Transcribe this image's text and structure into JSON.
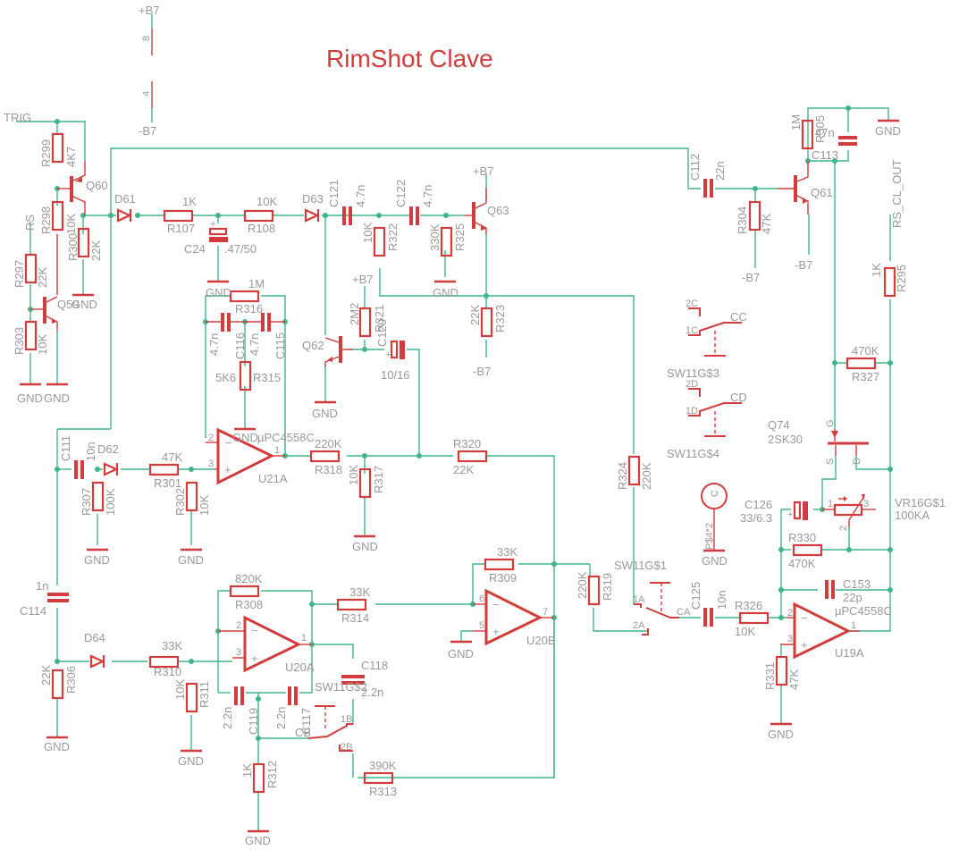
{
  "title": "RimShot Clave",
  "colors": {
    "background": "#ffffff",
    "component": "#d23c3c",
    "wire": "#3fb58a",
    "label": "#999999"
  },
  "power": {
    "pos": "+B7",
    "neg": "-B7",
    "pin8": "8",
    "pin4": "4",
    "gnd": "GND"
  },
  "nets": {
    "trig": "TRIG",
    "rs": "RS",
    "out": "RS_CL_OUT"
  },
  "resistors": {
    "R299": {
      "name": "R299",
      "value": "4K7"
    },
    "R298": {
      "name": "R298",
      "value": "10K"
    },
    "R300": {
      "name": "R300",
      "value": "22K"
    },
    "R297": {
      "name": "R297",
      "value": "22K"
    },
    "R303": {
      "name": "R303",
      "value": "10K"
    },
    "R107": {
      "name": "R107",
      "value": "1K"
    },
    "R108": {
      "name": "R108",
      "value": "10K"
    },
    "R316": {
      "name": "R316",
      "value": "1M"
    },
    "R315": {
      "name": "R315",
      "value": "5K6"
    },
    "R322": {
      "name": "R322",
      "value": "10K"
    },
    "R325": {
      "name": "R325",
      "value": "330K"
    },
    "R321": {
      "name": "R321",
      "value": "2M2"
    },
    "R323": {
      "name": "R323",
      "value": "22K"
    },
    "R304": {
      "name": "R304",
      "value": "47K"
    },
    "R305": {
      "name": "R305",
      "value": "1M"
    },
    "R295": {
      "name": "R295",
      "value": "1K"
    },
    "R327": {
      "name": "R327",
      "value": "470K"
    },
    "R307": {
      "name": "R307",
      "value": "100K"
    },
    "R301": {
      "name": "R301",
      "value": "47K"
    },
    "R302": {
      "name": "R302",
      "value": "10K"
    },
    "R318": {
      "name": "R318",
      "value": "220K"
    },
    "R317": {
      "name": "R317",
      "value": "10K"
    },
    "R320": {
      "name": "R320",
      "value": "22K"
    },
    "R324": {
      "name": "R324",
      "value": "220K"
    },
    "R309": {
      "name": "R309",
      "value": "33K"
    },
    "R319": {
      "name": "R319",
      "value": "220K"
    },
    "R306": {
      "name": "R306",
      "value": "22K"
    },
    "R310": {
      "name": "R310",
      "value": "33K"
    },
    "R311": {
      "name": "R311",
      "value": "10K"
    },
    "R308": {
      "name": "R308",
      "value": "820K"
    },
    "R314": {
      "name": "R314",
      "value": "33K"
    },
    "R312": {
      "name": "R312",
      "value": "1K"
    },
    "R313": {
      "name": "R313",
      "value": "390K"
    },
    "R326": {
      "name": "R326",
      "value": "10K"
    },
    "R330": {
      "name": "R330",
      "value": "470K"
    },
    "R331": {
      "name": "R331",
      "value": "47K"
    }
  },
  "capacitors": {
    "C24": {
      "name": "C24",
      "value": ".47/50"
    },
    "C116": {
      "name": "C116",
      "value": "4.7n"
    },
    "C115": {
      "name": "C115",
      "value": "4.7n"
    },
    "C121": {
      "name": "C121",
      "value": "4.7n"
    },
    "C122": {
      "name": "C122",
      "value": "4.7n"
    },
    "C120": {
      "name": "C120",
      "value": "10/16"
    },
    "C112": {
      "name": "C112",
      "value": "22n"
    },
    "C113": {
      "name": "C113",
      "value": "47n"
    },
    "C111": {
      "name": "C111",
      "value": "10n"
    },
    "C114": {
      "name": "C114",
      "value": "1n"
    },
    "C119": {
      "name": "C119",
      "value": "2.2n"
    },
    "C117": {
      "name": "C117",
      "value": "2.2n"
    },
    "C118": {
      "name": "C118",
      "value": "2.2n"
    },
    "C125": {
      "name": "C125",
      "value": "10n"
    },
    "C126": {
      "name": "C126",
      "value": "33/6.3"
    },
    "C153": {
      "name": "C153",
      "value": "22p"
    }
  },
  "diodes": {
    "D61": "D61",
    "D62": "D62",
    "D63": "D63",
    "D64": "D64"
  },
  "transistors": {
    "Q60": "Q60",
    "Q59": "Q59",
    "Q62": "Q62",
    "Q63": "Q63",
    "Q61": "Q61",
    "Q74": "Q74",
    "Q74_type": "2SK30",
    "g": "G",
    "s": "S",
    "d": "D"
  },
  "opamps": {
    "U21A": {
      "name": "U21A",
      "part": "µPC4558C",
      "pin_inv": "2",
      "pin_noninv": "3",
      "pin_out": "1"
    },
    "U20A": {
      "name": "U20A",
      "pin_inv": "2",
      "pin_noninv": "3",
      "pin_out": "1"
    },
    "U20B": {
      "name": "U20B",
      "pin_inv": "6",
      "pin_noninv": "5",
      "pin_out": "7"
    },
    "U19A": {
      "name": "U19A",
      "part": "µPC4558C",
      "pin_inv": "2",
      "pin_noninv": "3",
      "pin_out": "1"
    }
  },
  "switches": {
    "SW1": {
      "name": "SW11G$1",
      "p1": "1A",
      "p2": "2A",
      "c": "CA"
    },
    "SW2": {
      "name": "SW11G$2",
      "p1": "1B",
      "p2": "2B",
      "c": "CB"
    },
    "SW3": {
      "name": "SW11G$3",
      "p1": "1C",
      "p2": "2C",
      "c": "CC"
    },
    "SW4": {
      "name": "SW11G$4",
      "p1": "1D",
      "p2": "2D",
      "c": "CD"
    }
  },
  "pot": {
    "name": "VR16G$1",
    "value": "100KA",
    "p1": "1",
    "p2": "2",
    "p3": "3"
  },
  "connector": {
    "name": "P$4*2",
    "pin": "C"
  }
}
